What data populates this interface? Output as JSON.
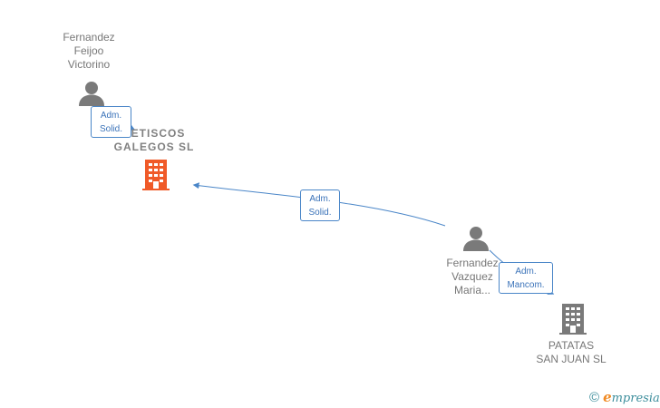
{
  "nodes": {
    "person_1": {
      "lines": [
        "Fernandez",
        "Feijoo",
        "Victorino"
      ]
    },
    "company_1": {
      "lines": [
        "PETISCOS",
        "GALEGOS SL"
      ]
    },
    "person_2": {
      "lines": [
        "Fernandez",
        "Vazquez",
        "Maria..."
      ]
    },
    "company_2": {
      "lines": [
        "PATATAS",
        "SAN JUAN SL"
      ]
    }
  },
  "edges": {
    "edge_1": {
      "lines": [
        "Adm.",
        "Solid."
      ]
    },
    "edge_2": {
      "lines": [
        "Adm.",
        "Solid."
      ]
    },
    "edge_3": {
      "lines": [
        "Adm.",
        "Mancom."
      ]
    }
  },
  "colors": {
    "person_icon": "#7a7a7a",
    "company_highlight": "#f05a28",
    "company_normal": "#7a7a7a",
    "edge": "#4a86c8"
  },
  "footer": {
    "copyright_symbol": "©",
    "brand_initial": "e",
    "brand_rest": "mpresia"
  }
}
